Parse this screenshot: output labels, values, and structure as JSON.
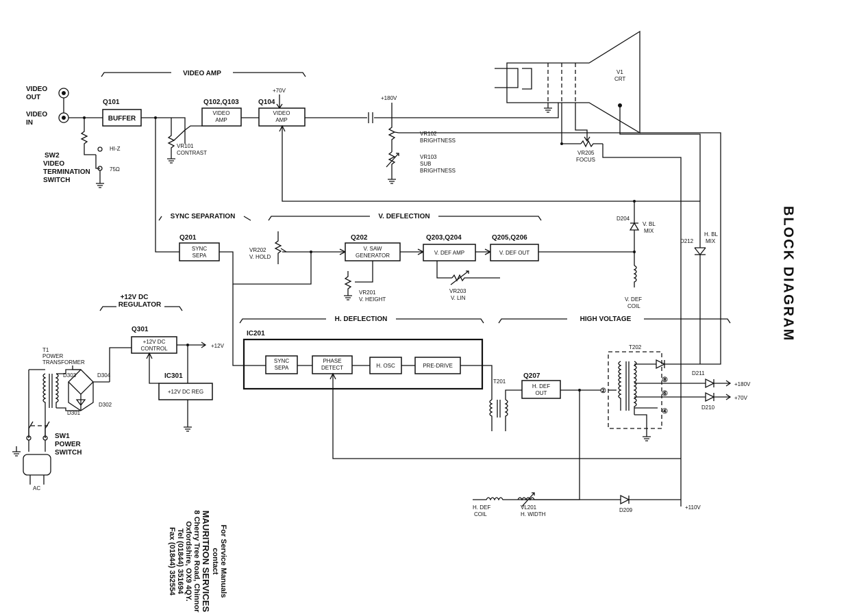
{
  "title": "BLOCK DIAGRAM",
  "sections": {
    "video_amp": "VIDEO AMP",
    "sync_separation": "SYNC SEPARATION",
    "v_deflection": "V. DEFLECTION",
    "h_deflection": "H. DEFLECTION",
    "high_voltage": "HIGH VOLTAGE",
    "regulator_l1": "+12V DC",
    "regulator_l2": "REGULATOR"
  },
  "inputs": {
    "video_out_l1": "VIDEO",
    "video_out_l2": "OUT",
    "video_in_l1": "VIDEO",
    "video_in_l2": "IN"
  },
  "switches": {
    "sw2_l1": "SW2",
    "sw2_l2": "VIDEO",
    "sw2_l3": "TERMINATION",
    "sw2_l4": "SWITCH",
    "hi_z": "HI-Z",
    "ohm75": "75Ω",
    "sw1_l1": "SW1",
    "sw1_l2": "POWER",
    "sw1_l3": "SWITCH",
    "ac": "AC"
  },
  "blocks": {
    "q101_ref": "Q101",
    "q101": "BUFFER",
    "q102_ref": "Q102,Q103",
    "q102_l1": "VIDEO",
    "q102_l2": "AMP",
    "q104_ref": "Q104",
    "q104_l1": "VIDEO",
    "q104_l2": "AMP",
    "q201_ref": "Q201",
    "q201_l1": "SYNC",
    "q201_l2": "SEPA",
    "q202_ref": "Q202",
    "q202_l1": "V. SAW",
    "q202_l2": "GENERATOR",
    "q203_ref": "Q203,Q204",
    "q203": "V. DEF AMP",
    "q205_ref": "Q205,Q206",
    "q205": "V. DEF OUT",
    "ic201_ref": "IC201",
    "ic_sync_l1": "SYNC",
    "ic_sync_l2": "SEPA",
    "ic_phase_l1": "PHASE",
    "ic_phase_l2": "DETECT",
    "ic_hosc": "H. OSC",
    "ic_predrive": "PRE-DRIVE",
    "q207_ref": "Q207",
    "q207_l1": "H. DEF",
    "q207_l2": "OUT",
    "q301_ref": "Q301",
    "q301_l1": "+12V DC",
    "q301_l2": "CONTROL",
    "ic301_ref": "IC301",
    "ic301": "+12V DC REG"
  },
  "components": {
    "p70v_top": "+70V",
    "p180v_top": "+180V",
    "vr101_l1": "VR101",
    "vr101_l2": "CONTRAST",
    "vr102_l1": "VR102",
    "vr102_l2": "BRIGHTNESS",
    "vr103_l1": "VR103",
    "vr103_l2": "SUB",
    "vr103_l3": "BRIGHTNESS",
    "v1_l1": "V1",
    "v1_l2": "CRT",
    "vr205_l1": "VR205",
    "vr205_l2": "FOCUS",
    "vr202_l1": "VR202",
    "vr202_l2": "V. HOLD",
    "vr201_l1": "VR201",
    "vr201_l2": "V. HEIGHT",
    "vr203_l1": "VR203",
    "vr203_l2": "V. LIN",
    "d204_ref": "D204",
    "d204_l1": "V. BL",
    "d204_l2": "MIX",
    "d212_ref": "D212",
    "d212_l1": "H. BL",
    "d212_l2": "MIX",
    "vdef_coil_l1": "V. DEF",
    "vdef_coil_l2": "COIL",
    "t1_l1": "T1",
    "t1_l2": "POWER",
    "t1_l3": "TRANSFORMER",
    "d303": "D303",
    "d304": "D304",
    "d301": "D301",
    "d302": "D302",
    "p12v": "+12V",
    "t201": "T201",
    "t202": "T202",
    "pin2": "②",
    "pin8": "⑧",
    "pin6": "⑥",
    "pin4": "④",
    "d211": "D211",
    "d210": "D210",
    "d209": "D209",
    "p180v_out": "+180V",
    "p70v_out": "+70V",
    "p110v": "+110V",
    "hdef_coil_l1": "H. DEF",
    "hdef_coil_l2": "COIL",
    "vl201_l1": "VL201",
    "vl201_l2": "H. WIDTH"
  },
  "service_note": {
    "l1": "For Service Manuals",
    "l2": "contact",
    "l3": "MAURITRON SERVICES",
    "l4": "8 Cherry Tree Road, Chinnor",
    "l5": "Oxfordshire, OX9 4QY.",
    "l6": "Tel (01844) 351694",
    "l7": "Fax (01844) 352554"
  }
}
